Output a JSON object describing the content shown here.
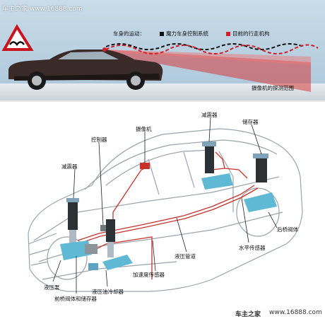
{
  "watermark_top": "车主之家  www.16888.com",
  "watermark_bottom_brand": "车主之家",
  "watermark_bottom_url": "www.16888.com",
  "legend": {
    "title": "车身的运动：",
    "item1": "魔力车身控制系统",
    "item2": "目前的行走机构",
    "item1_color": "#111111",
    "item2_color": "#d0202a"
  },
  "camera_range_label": "摄像机的探测范围",
  "components": {
    "shock_left": "减震器",
    "controller": "控制器",
    "camera": "摄像机",
    "shock_right": "减震器",
    "accumulator": "储存器",
    "rear_valve": "后桥阀体",
    "level_sensor": "水平传感器",
    "hydraulic_pipe": "液压管道",
    "accel_sensor": "加速度传感器",
    "hydraulic_pump": "液压泵",
    "oil_cooler": "液压油冷却器",
    "front_valve": "前桥阀体和储存器"
  }
}
